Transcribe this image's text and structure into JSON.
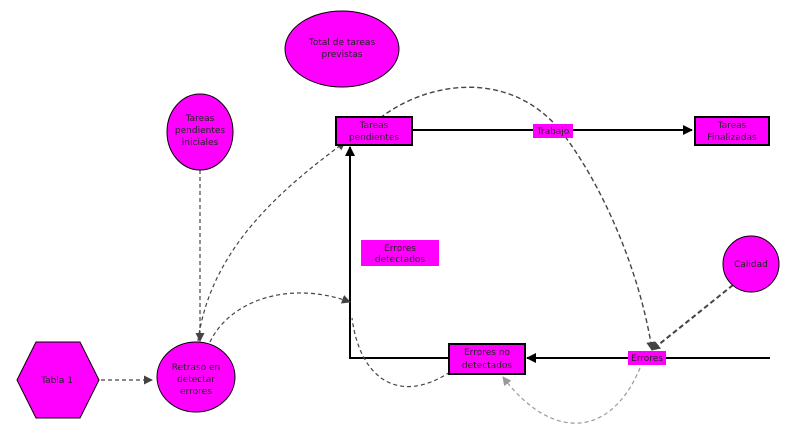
{
  "colors": {
    "node_fill": "#ff00ff",
    "stroke": "#000000",
    "dashed": "#444444",
    "dashed_light": "#999999"
  },
  "nodes": {
    "total_tareas": {
      "shape": "ellipse",
      "lines": [
        "Total de tareas",
        "previstas"
      ]
    },
    "tareas_pendientes_iniciales": {
      "shape": "ellipse",
      "lines": [
        "Tareas",
        "pendientes",
        "iniciales"
      ]
    },
    "tareas_pendientes": {
      "shape": "stock",
      "lines": [
        "Tareas",
        "pendientes"
      ]
    },
    "tareas_finalizadas": {
      "shape": "stock",
      "lines": [
        "Tareas",
        "Finalizadas"
      ]
    },
    "errores_detectados": {
      "shape": "flow-label",
      "lines": [
        "Errores",
        "detectados"
      ]
    },
    "calidad": {
      "shape": "ellipse",
      "lines": [
        "Calidad"
      ]
    },
    "tabla_1": {
      "shape": "hexagon",
      "lines": [
        "Tabla 1"
      ]
    },
    "retraso": {
      "shape": "ellipse",
      "lines": [
        "Retraso en",
        "detectar",
        "errores"
      ]
    },
    "errores_no_detectados": {
      "shape": "stock",
      "lines": [
        "Errores no",
        "detectados"
      ]
    },
    "trabajo": {
      "shape": "flow-label",
      "lines": [
        "Trabajo"
      ]
    },
    "errores": {
      "shape": "flow-label",
      "lines": [
        "Errores"
      ]
    }
  }
}
